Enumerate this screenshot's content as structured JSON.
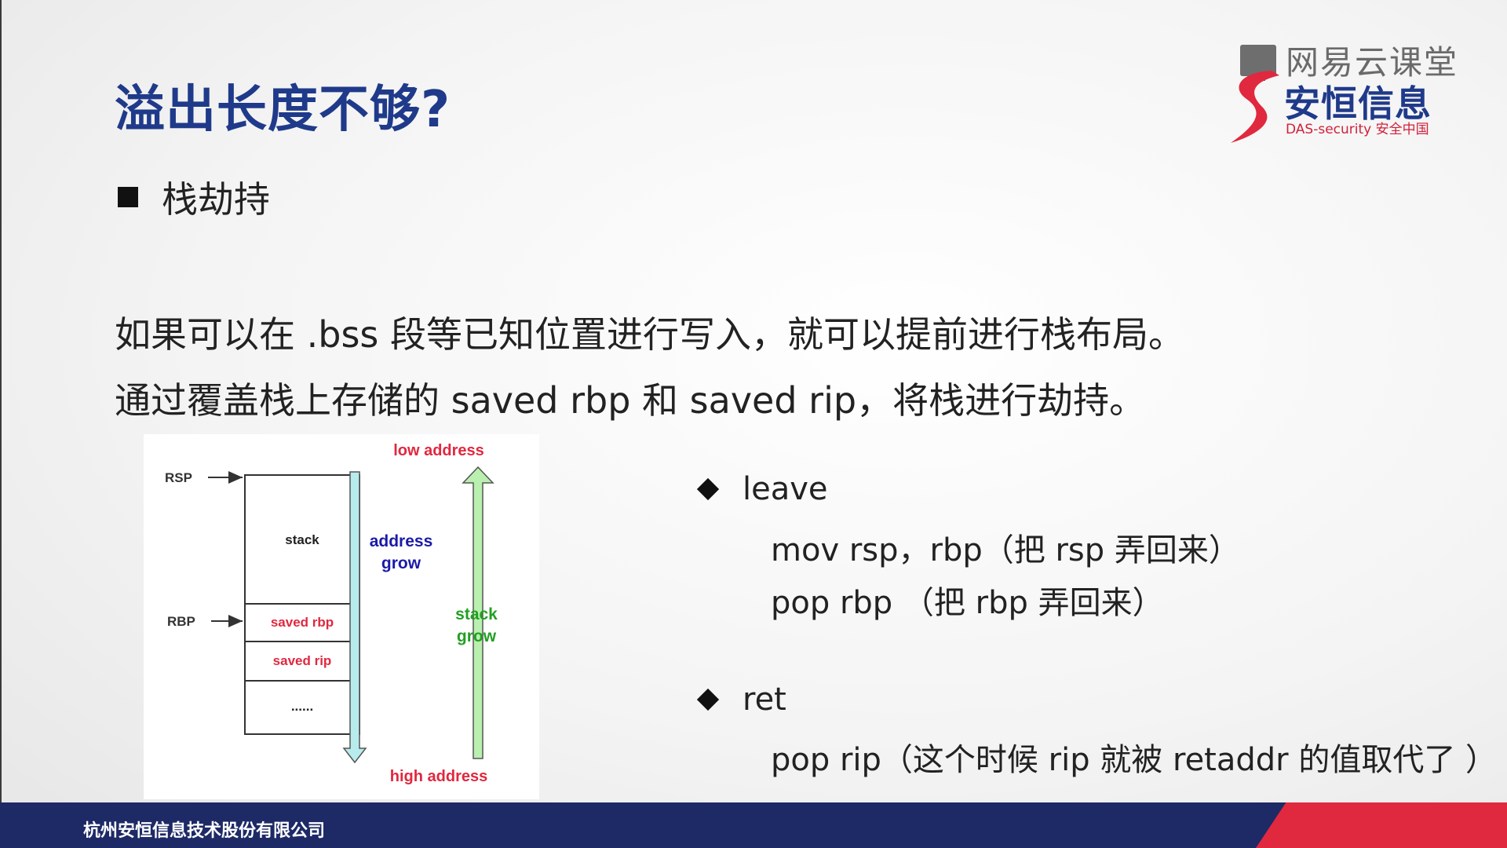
{
  "slide": {
    "title": "溢出长度不够?",
    "bullet": "栈劫持",
    "para1": "如果可以在 .bss 段等已知位置进行写入，就可以提前进行栈布局。",
    "para2": "通过覆盖栈上存储的 saved rbp 和 saved rip，将栈进行劫持。"
  },
  "diagram": {
    "low_address": "low address",
    "high_address": "high address",
    "rsp_label": "RSP",
    "rbp_label": "RBP",
    "cells": [
      "stack",
      "saved rbp",
      "saved rip",
      "......"
    ],
    "address_grow": [
      "address",
      "grow"
    ],
    "stack_grow": [
      "stack",
      "grow"
    ]
  },
  "list": [
    {
      "label": "leave",
      "lines": [
        "mov rsp，rbp（把 rsp 弄回来）",
        "pop rbp （把 rbp 弄回来）"
      ]
    },
    {
      "label": "ret",
      "lines": [
        "pop rip（这个时候 rip 就被 retaddr 的值取代了 ）"
      ]
    }
  ],
  "logo": {
    "platform": "网易云课堂",
    "brand": "安恒信息",
    "brand_sub": "DAS-security 安全中国"
  },
  "footer": {
    "company": "杭州安恒信息技术股份有限公司"
  },
  "colors": {
    "title": "#1f3a8a",
    "red": "#e0283f",
    "footer_navy": "#1d2a66",
    "address_grow": "#1a1aa8",
    "stack_grow": "#22a022"
  }
}
